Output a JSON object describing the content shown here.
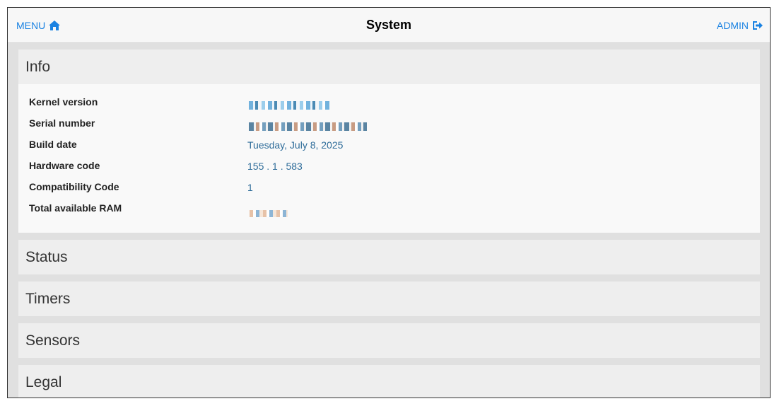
{
  "header": {
    "menu_label": "MENU",
    "title": "System",
    "admin_label": "ADMIN",
    "menu_icon": "home-icon",
    "admin_icon": "sign-out-icon"
  },
  "colors": {
    "link": "#1a82e2",
    "value": "#2f6d9a",
    "panel_header_bg": "#eeeeee",
    "panel_body_bg": "#f9f9f9",
    "page_bg": "#e0e0e0"
  },
  "panels": [
    {
      "title": "Info",
      "expanded": true,
      "rows": [
        {
          "label": "Kernel version",
          "value": "",
          "redacted": true
        },
        {
          "label": "Serial number",
          "value": "",
          "redacted": true
        },
        {
          "label": "Build date",
          "value": "Tuesday, July 8, 2025"
        },
        {
          "label": "Hardware code",
          "value": "155 . 1 . 583"
        },
        {
          "label": "Compatibility Code",
          "value": "1"
        },
        {
          "label": "Total available RAM",
          "value": "",
          "redacted": true
        }
      ]
    },
    {
      "title": "Status",
      "expanded": false
    },
    {
      "title": "Timers",
      "expanded": false
    },
    {
      "title": "Sensors",
      "expanded": false
    },
    {
      "title": "Legal",
      "expanded": false
    }
  ]
}
